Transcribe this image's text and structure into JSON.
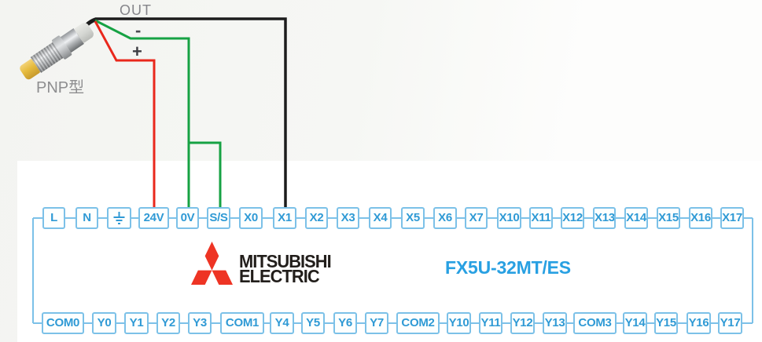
{
  "sensor": {
    "type_label": "PNP型",
    "wire_labels": {
      "out": "OUT",
      "minus": "-",
      "plus": "+"
    }
  },
  "plc": {
    "model": "FX5U-32MT/ES",
    "brand_line1": "MITSUBISHI",
    "brand_line2": "ELECTRIC",
    "top_terminals": [
      "L",
      "N",
      "⏚",
      "24V",
      "0V",
      "S/S",
      "X0",
      "X1",
      "X2",
      "X3",
      "X4",
      "X5",
      "X6",
      "X7",
      "X10",
      "X11",
      "X12",
      "X13",
      "X14",
      "X15",
      "X16",
      "X17"
    ],
    "bottom_terminals": [
      "COM0",
      "Y0",
      "Y1",
      "Y2",
      "Y3",
      "COM1",
      "Y4",
      "Y5",
      "Y6",
      "Y7",
      "COM2",
      "Y10",
      "Y11",
      "Y12",
      "Y13",
      "COM3",
      "Y14",
      "Y15",
      "Y16",
      "Y17"
    ]
  },
  "connections": [
    {
      "wire": "+",
      "color_name": "red",
      "to": "24V"
    },
    {
      "wire": "-",
      "color_name": "green",
      "to": "0V"
    },
    {
      "wire": "-",
      "color_name": "green",
      "to": "S/S"
    },
    {
      "wire": "OUT",
      "color_name": "black",
      "to": "X1"
    }
  ],
  "colors": {
    "wire_out": "#1c1c1c",
    "wire_minus": "#16a243",
    "wire_plus": "#e9281c",
    "terminal_border": "#7cc1e8",
    "terminal_text": "#2f9ad5",
    "bus_line": "#7cc1e8",
    "model_text": "#28a0e2",
    "logo_red": "#ee3424",
    "logo_text": "#221e1b",
    "sensor_tip_yellow": "#e8c04a"
  }
}
